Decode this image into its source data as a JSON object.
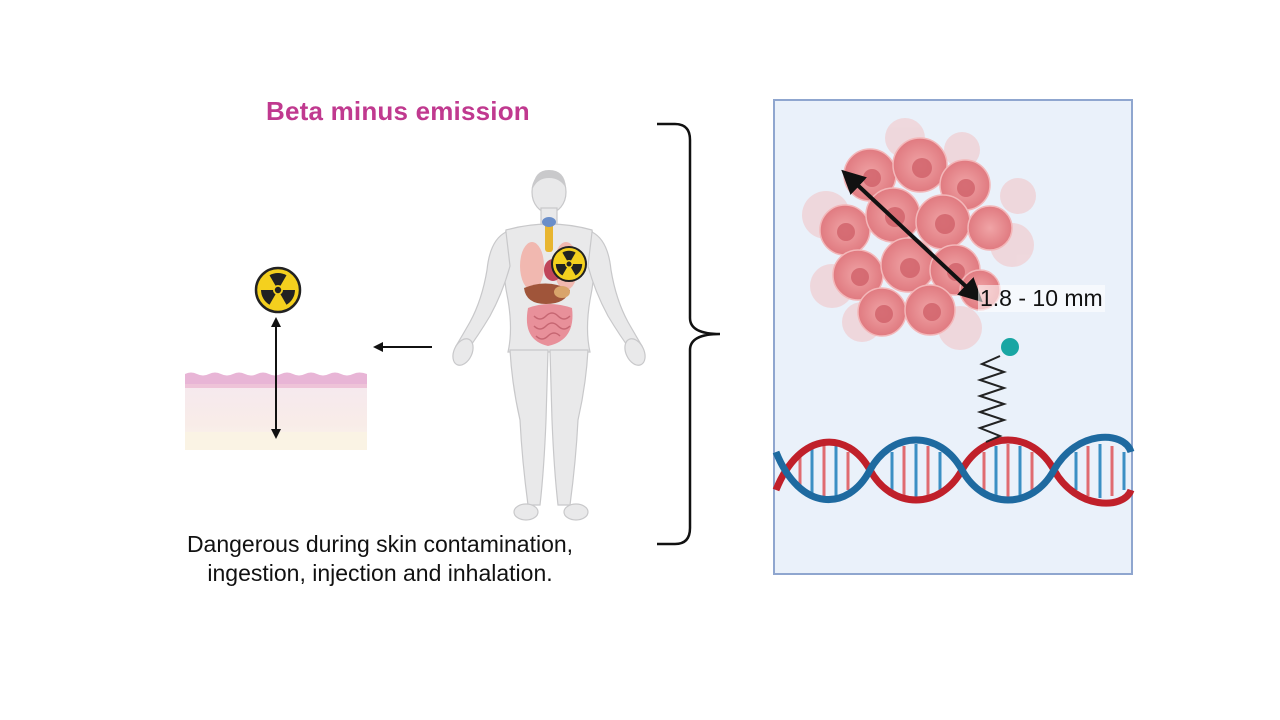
{
  "title": "Beta minus emission",
  "caption_line1": "Dangerous during skin contamination,",
  "caption_line2": "ingestion, injection and inhalation.",
  "range_label": "1.8 - 10 mm",
  "colors": {
    "title": "#c0398f",
    "panel_fill": "#eaf1fa",
    "panel_border": "#8fa6cf",
    "dna_red": "#c0202a",
    "dna_blue": "#1e6aa0",
    "tumor": "#e9858a",
    "particle": "#19a6a3",
    "radiation_yellow": "#f4d01e"
  },
  "icons": {
    "radiation": "radiation-hazard-icon",
    "body": "human-body-anatomy-icon",
    "skin": "skin-layers-icon",
    "tumor": "tumor-cell-cluster-icon",
    "dna": "dna-double-helix-icon",
    "beta_particle": "beta-particle-icon"
  }
}
